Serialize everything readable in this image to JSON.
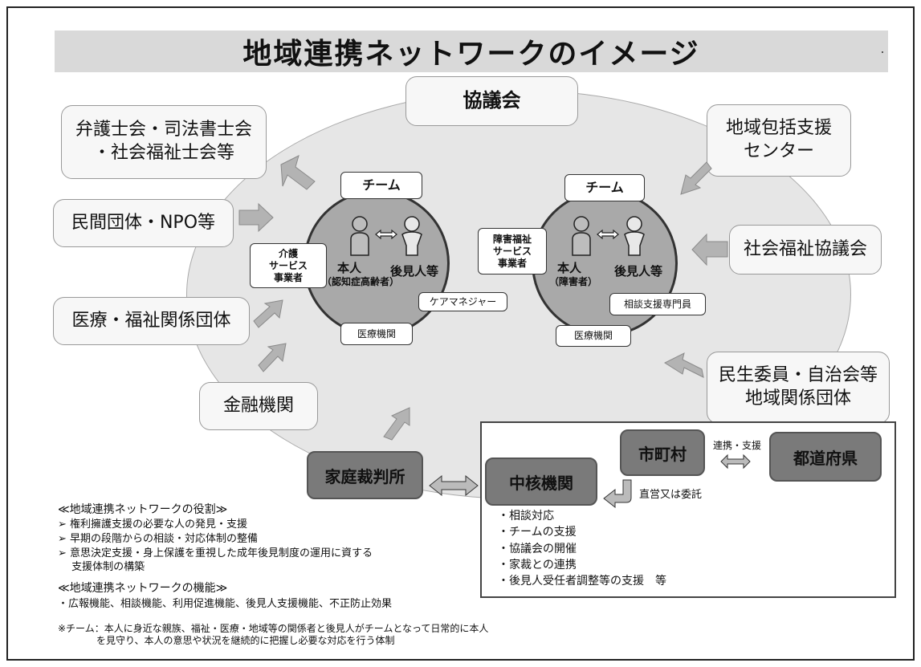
{
  "title": "地域連携ネットワークのイメージ",
  "council": "協議会",
  "outer_orgs": {
    "lawyers": "弁護士会・司法書士会\n・社会福祉士会等",
    "private": "民間団体・NPO等",
    "medical": "医療・福祉関係団体",
    "finance": "金融機関",
    "chiiki_center": "地域包括支援\nセンター",
    "social_council": "社会福祉協議会",
    "minsei": "民生委員・自治会等\n地域関係団体"
  },
  "team_left": {
    "label": "チーム",
    "person": "本人",
    "person_note": "（認知症高齢者）",
    "guardian": "後見人等",
    "care_service": "介護\nサービス\n事業者",
    "care_manager": "ケアマネジャー",
    "medical": "医療機関"
  },
  "team_right": {
    "label": "チーム",
    "person": "本人",
    "person_note": "（障害者）",
    "guardian": "後見人等",
    "disability_service": "障害福祉\nサービス\n事業者",
    "consultant": "相談支援専門員",
    "medical": "医療機関"
  },
  "court": "家庭裁判所",
  "core_agency": "中核機関",
  "municipality": "市町村",
  "prefecture": "都道府県",
  "link_label": "連携・支援",
  "direct_label": "直営又は委託",
  "core_functions": "・相談対応\n・チームの支援\n・協議会の開催\n・家裁との連携\n・後見人受任者調整等の支援　等",
  "roles_title": "≪地域連携ネットワークの役割≫",
  "roles": [
    "➢ 権利擁護支援の必要な人の発見・支援",
    "➢ 早期の段階からの相談・対応体制の整備",
    "➢ 意思決定支援・身上保護を重視した成年後見制度の運用に資する\n　 支援体制の構築"
  ],
  "functions_title": "≪地域連携ネットワークの機能≫",
  "functions_text": "・広報機能、相談機能、利用促進機能、後見人支援機能、不正防止効果",
  "note": "※チーム：本人に身近な親族、福祉・医療・地域等の関係者と後見人がチームとなって日常的に本人\n　　　　を見守り、本人の意思や状況を継続的に把握し必要な対応を行う体制",
  "colors": {
    "ellipse": "#e6e6e6",
    "grey_box": "#7a7a7a",
    "arrow": "#b3b3b3",
    "title_bg": "#d9d9d9"
  }
}
